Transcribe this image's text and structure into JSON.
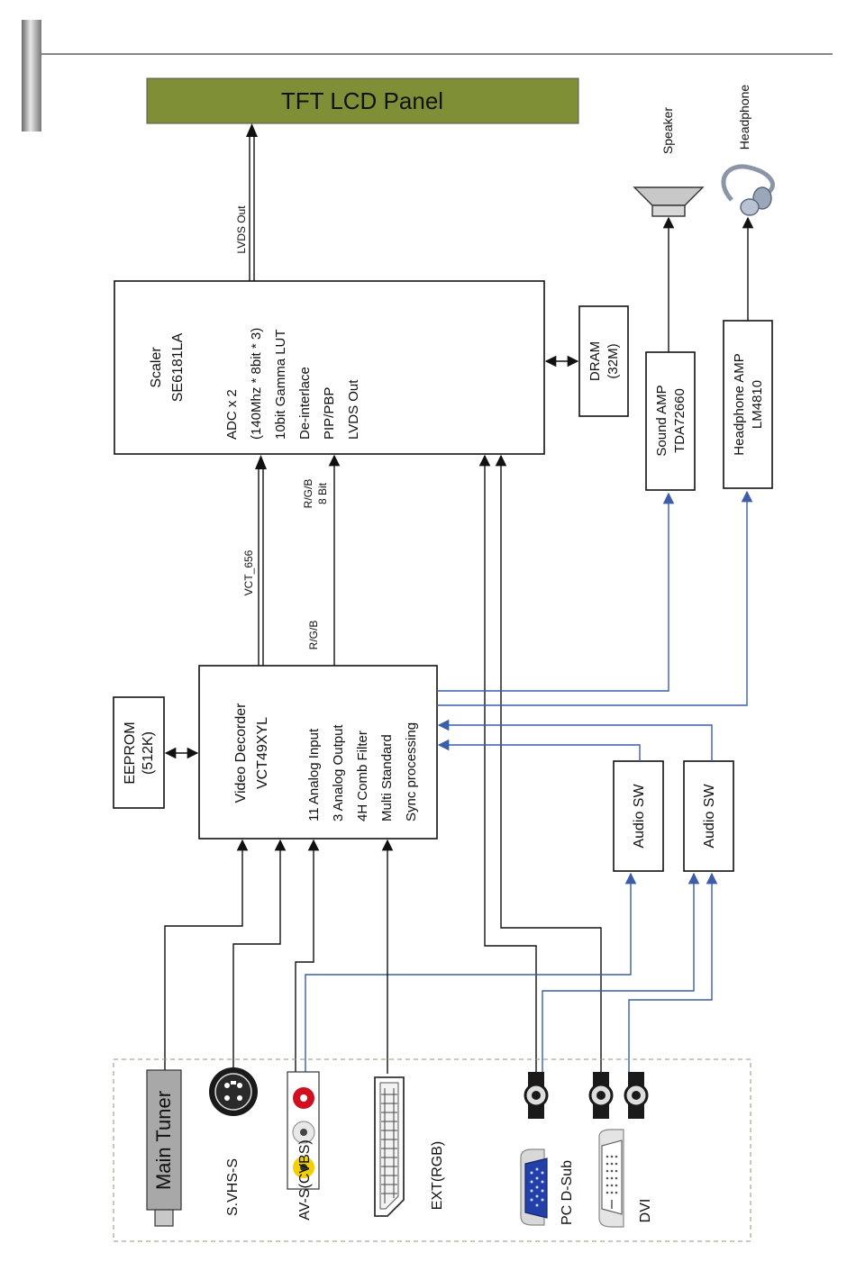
{
  "panel": {
    "title": "TFT LCD Panel",
    "color": "#7f8f35"
  },
  "scaler": {
    "title": "Scaler",
    "chip": "SE6181LA",
    "features": [
      "ADC x 2",
      "(140Mhz * 8bit * 3)",
      "10bit Gamma LUT",
      "De-interlace",
      "PIP/PBP",
      "LVDS Out"
    ]
  },
  "decoder": {
    "title": "Video Decorder",
    "chip": "VCT49XYL",
    "features": [
      "11 Analog Input",
      "3 Analog Output",
      "4H Comb Filter",
      "Multi Standard",
      "Sync processing"
    ]
  },
  "eeprom": {
    "name": "EEPROM",
    "size": "(512K)"
  },
  "dram": {
    "name": "DRAM",
    "size": "(32M)"
  },
  "sound_amp": {
    "name": "Sound AMP",
    "chip": "TDA72660"
  },
  "headphone_amp": {
    "name": "Headphone AMP",
    "chip": "LM4810"
  },
  "audio_sw": [
    "Audio SW",
    "Audio SW"
  ],
  "outputs": {
    "speaker": "Speaker",
    "headphone": "Headphone"
  },
  "signals": {
    "lvds_out": "LVDS Out",
    "vct": "VCT_656",
    "rgb": "R/G/B",
    "rgb_8bit_1": "R/G/B",
    "rgb_8bit_2": "8 Bit"
  },
  "inputs": {
    "main_tuner": "Main Tuner",
    "svhs": "S.VHS-S",
    "av": "AV-S(CVBS)",
    "ext": "EXT(RGB)",
    "pc_dsub": "PC D-Sub",
    "dvi": "DVI"
  },
  "colors": {
    "audio_line": "#3c5da8",
    "vga_blue": "#2340a8",
    "rca_red": "#d01020",
    "rca_yellow": "#f0d000"
  }
}
